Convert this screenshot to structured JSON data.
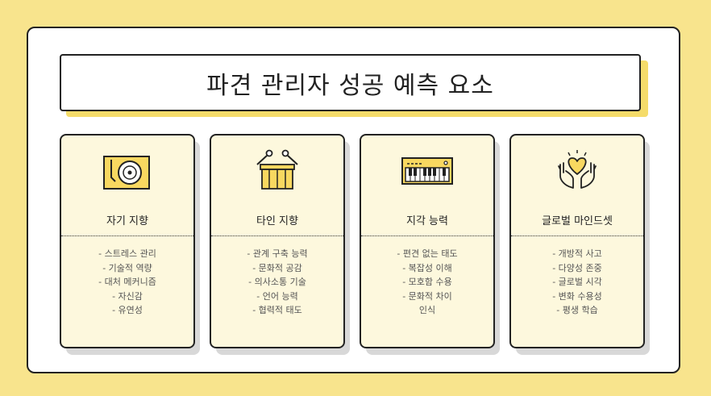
{
  "title": "파견 관리자 성공 예측 요소",
  "colors": {
    "background": "#f8e48d",
    "card": "#fdf8dd",
    "icon_fill": "#f8d860",
    "outline": "#222222"
  },
  "cards": [
    {
      "icon": "turntable-icon",
      "title": "자기 지향",
      "items": [
        "- 스트레스 관리",
        "- 기술적 역량",
        "- 대처 메커니즘",
        "- 자신감",
        "- 유연성"
      ]
    },
    {
      "icon": "drum-icon",
      "title": "타인 지향",
      "items": [
        "- 관계 구축 능력",
        "- 문화적 공감",
        "- 의사소통 기술",
        "- 언어 능력",
        "- 협력적 태도"
      ]
    },
    {
      "icon": "keyboard-icon",
      "title": "지각 능력",
      "items": [
        "- 편견 없는 태도",
        "- 복잡성 이해",
        "- 모호함 수용",
        "- 문화적 차이",
        "인식"
      ]
    },
    {
      "icon": "heart-hands-icon",
      "title": "글로벌 마인드셋",
      "items": [
        "- 개방적 사고",
        "- 다양성 존중",
        "- 글로벌 시각",
        "- 변화 수용성",
        "- 평생 학습"
      ]
    }
  ]
}
